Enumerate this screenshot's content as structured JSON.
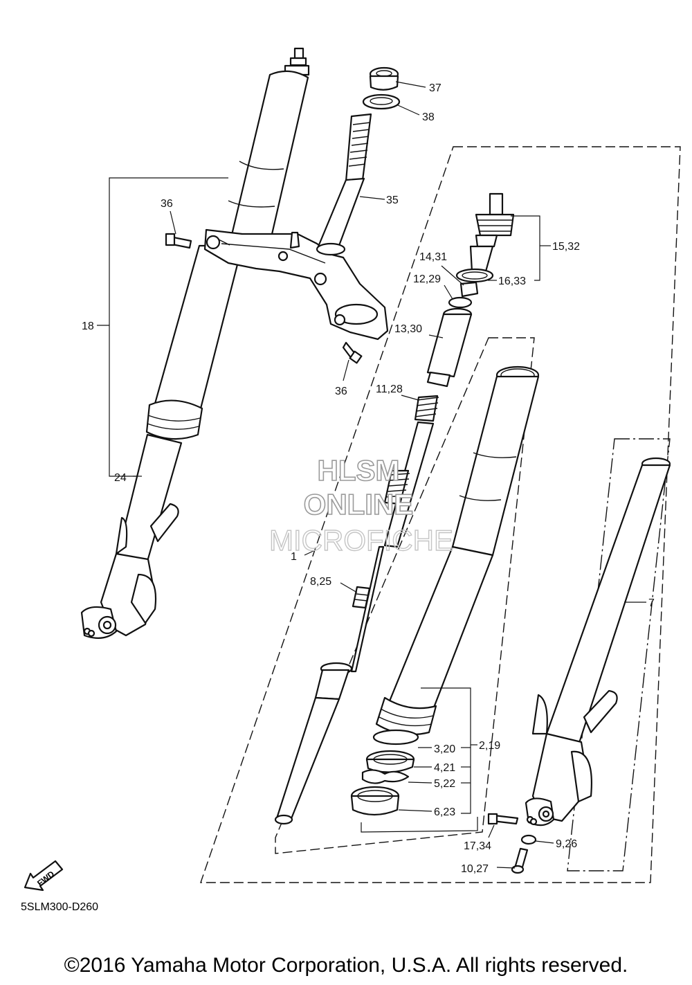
{
  "callouts": {
    "c37": "37",
    "c38": "38",
    "c35": "35",
    "c36a": "36",
    "c36b": "36",
    "c18": "18",
    "c24": "24",
    "c15_32": "15,32",
    "c14_31": "14,31",
    "c12_29": "12,29",
    "c16_33": "16,33",
    "c13_30": "13,30",
    "c11_28": "11,28",
    "c1": "1",
    "c8_25": "8,25",
    "c7": "7",
    "c3_20": "3,20",
    "c2_19": "2,19",
    "c4_21": "4,21",
    "c5_22": "5,22",
    "c6_23": "6,23",
    "c17_34": "17,34",
    "c9_26": "9,26",
    "c10_27": "10,27"
  },
  "watermark": {
    "line1": "HLSM",
    "line2": "ONLINE",
    "line3": "MICROFICHE"
  },
  "fwd_label": "FWD",
  "diagram_code": "5SLM300-D260",
  "copyright": "©2016 Yamaha Motor Corporation, U.S.A. All rights reserved."
}
